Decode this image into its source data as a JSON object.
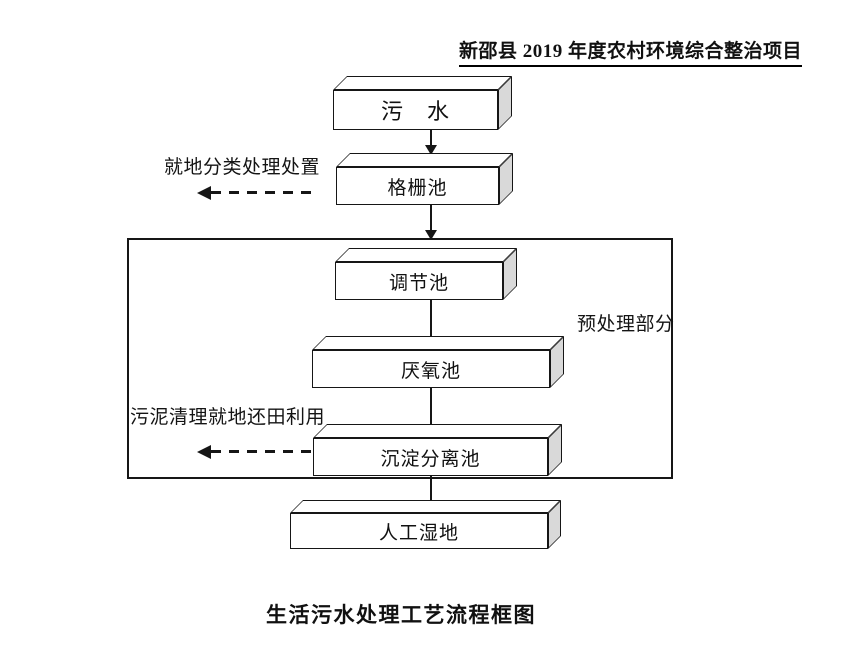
{
  "page": {
    "background": "#ffffff"
  },
  "header": {
    "title": "新邵县 2019 年度农村环境综合整治项目"
  },
  "diagram": {
    "type": "flowchart",
    "nodes": [
      {
        "label": "污　水"
      },
      {
        "label": "格栅池"
      },
      {
        "label": "调节池"
      },
      {
        "label": "厌氧池"
      },
      {
        "label": "沉淀分离池"
      },
      {
        "label": "人工湿地"
      }
    ],
    "group": {
      "label": "预处理部分"
    },
    "branch_labels": [
      {
        "text": "就地分类处理处置"
      },
      {
        "text": "污泥清理就地还田利用"
      }
    ],
    "colors": {
      "line": "#161616",
      "box_face": "#ffffff",
      "box_side": "#d9d9d9"
    }
  },
  "caption": {
    "text": "生活污水处理工艺流程框图"
  }
}
